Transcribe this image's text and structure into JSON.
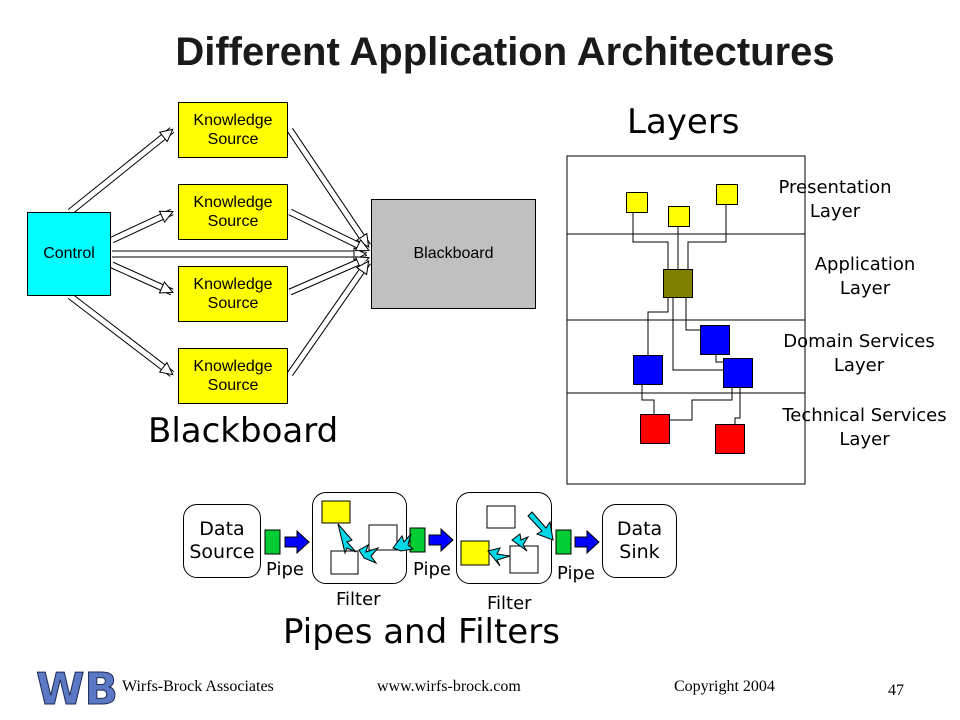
{
  "title": "Different Application Architectures",
  "blackboard": {
    "heading": "Blackboard",
    "control_label": "Control",
    "blackboard_label": "Blackboard",
    "knowledge_sources": [
      "Knowledge Source",
      "Knowledge Source",
      "Knowledge Source",
      "Knowledge Source"
    ]
  },
  "layers": {
    "heading": "Layers",
    "layer_labels": [
      "Presentation Layer",
      "Application Layer",
      "Domain Services Layer",
      "Technical Services Layer"
    ]
  },
  "pipes_filters": {
    "heading": "Pipes and Filters",
    "data_source_label": "Data Source",
    "data_sink_label": "Data Sink",
    "pipe_labels": [
      "Pipe",
      "Pipe",
      "Pipe"
    ],
    "filter_labels": [
      "Filter",
      "Filter"
    ]
  },
  "footer": {
    "company": "Wirfs-Brock Associates",
    "url": "www.wirfs-brock.com",
    "copyright": "Copyright 2004",
    "page_number": "47",
    "logo_text": "WB"
  },
  "colors": {
    "knowledge_source": "#ffff00",
    "control": "#00ffff",
    "blackboard": "#c0c0c0",
    "application_component": "#808000",
    "domain_component": "#0000ff",
    "technical_component": "#ff0000",
    "pipe_green": "#00cc33",
    "logo_blue": "#5b78c4"
  }
}
